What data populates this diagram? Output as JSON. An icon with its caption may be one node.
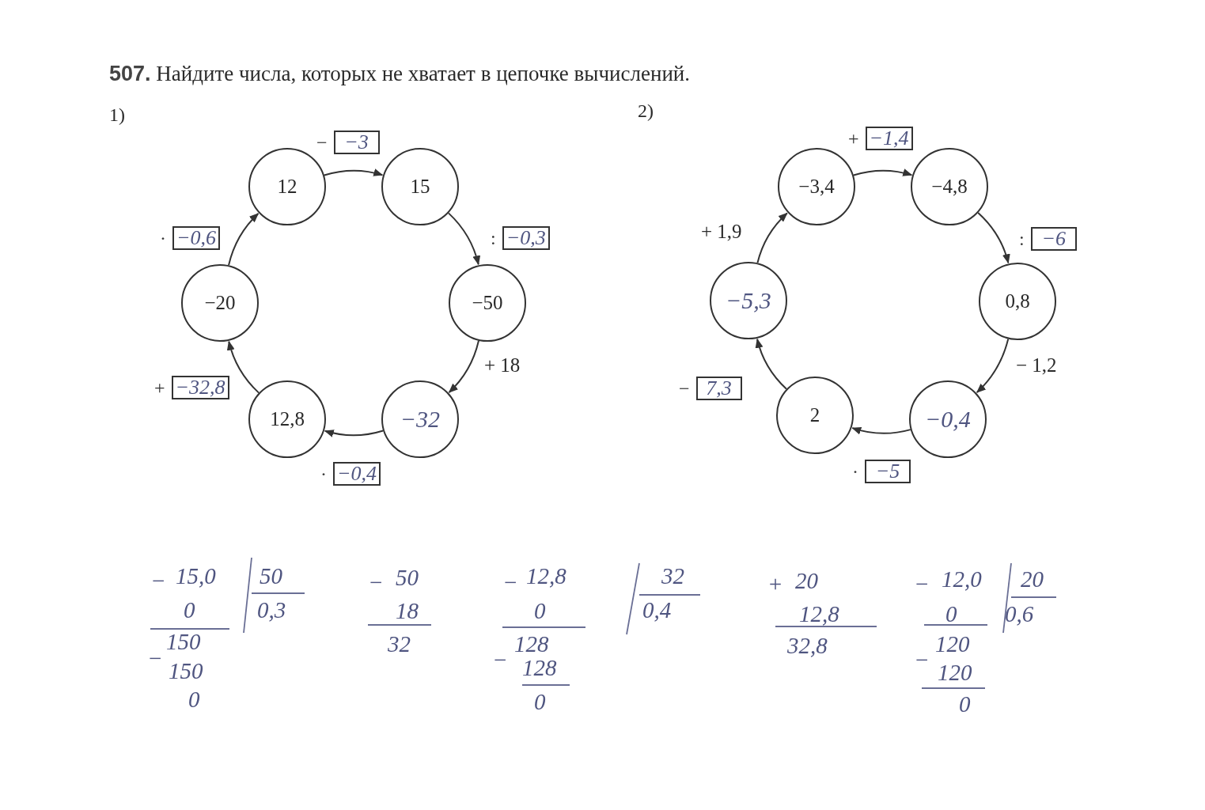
{
  "diagram": {
    "title": "**507.** Найдите числа, которых не хватает в цепочке вычислений.",
    "nodes": [
      {
        "text": [
          "12"
        ]
      },
      {
        "text": [
          "15"
        ]
      },
      {
        "text": [
          "−50"
        ]
      },
      {
        "text": [
          "−32"
        ]
      },
      {
        "text": [
          "12,8"
        ]
      },
      {
        "text": [
          "−20"
        ]
      },
      {
        "text": [
          "−3"
        ],
        "beside": [
          "−"
        ]
      },
      {
        "text": [
          "−0,3"
        ],
        "beside": [
          ":"
        ]
      },
      {
        "text": [
          "−0,4"
        ],
        "beside": [
          "·"
        ]
      },
      {
        "text": [
          "−32,8"
        ],
        "beside": [
          "+"
        ]
      },
      {
        "text": [
          "−0,6"
        ],
        "beside": [
          "·"
        ]
      },
      {
        "text": [
          "−3,4"
        ]
      },
      {
        "text": [
          "−4,8"
        ]
      },
      {
        "text": [
          "0,8"
        ]
      },
      {
        "text": [
          "−0,4"
        ]
      },
      {
        "text": [
          "2"
        ]
      },
      {
        "text": [
          "−5,3"
        ]
      },
      {
        "text": [
          "−1,4"
        ],
        "beside": [
          "+"
        ]
      },
      {
        "text": [
          "−6"
        ],
        "beside": [
          ":"
        ]
      },
      {
        "text": [
          "−5"
        ],
        "beside": [
          "·"
        ]
      },
      {
        "text": [
          "7,3"
        ],
        "beside": [
          "−"
        ]
      }
    ],
    "edges": [
      {
        "from": 0,
        "to": 1,
        "arrow": "to"
      },
      {
        "from": 1,
        "to": 2,
        "arrow": "to"
      },
      {
        "from": 2,
        "to": 3,
        "arrow": "to",
        "label": "+ 18"
      },
      {
        "from": 3,
        "to": 4,
        "arrow": "to"
      },
      {
        "from": 4,
        "to": 5,
        "arrow": "to"
      },
      {
        "from": 5,
        "to": 0,
        "arrow": "to"
      },
      {
        "from": 11,
        "to": 12,
        "arrow": "to"
      },
      {
        "from": 12,
        "to": 13,
        "arrow": "to"
      },
      {
        "from": 13,
        "to": 14,
        "arrow": "to",
        "label": "− 1,2"
      },
      {
        "from": 14,
        "to": 15,
        "arrow": "to"
      },
      {
        "from": 15,
        "to": 16,
        "arrow": "to"
      },
      {
        "from": 16,
        "to": 11,
        "arrow": "to",
        "label": "+ 1,9"
      }
    ],
    "labels": [
      "1)",
      "2)",
      "−",
      "15,0",
      "50",
      "0",
      "0,3",
      "150",
      "−",
      "150",
      "0",
      "−",
      "50",
      "18",
      "32",
      "−",
      "12,8",
      "0",
      "128",
      "−",
      "128",
      "0",
      "32",
      "0,4",
      "+",
      "20",
      "12,8",
      "32,8",
      "−",
      "12,0",
      "20",
      "0",
      "0,6",
      "120",
      "−",
      "120",
      "0"
    ]
  }
}
